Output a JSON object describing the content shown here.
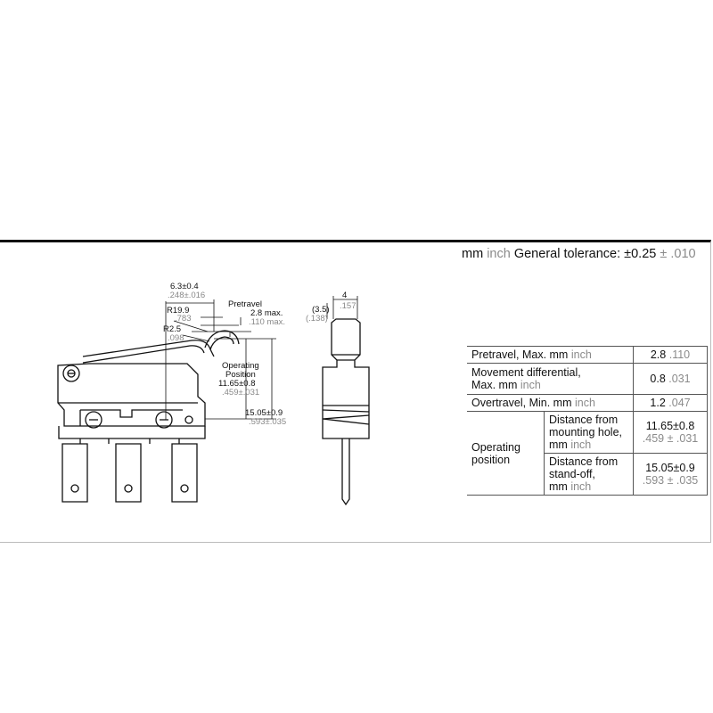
{
  "tolerance": {
    "mm": "mm",
    "inch": "inch",
    "label": "General tolerance: ±0.25",
    "pm": "±",
    "inch_value": ".010"
  },
  "dims": {
    "d1_mm": "6.3±0.4",
    "d1_in": ".248±.016",
    "r1_mm": "R19.9",
    "r1_in": ".783",
    "r2_mm": "R2.5",
    "r2_in": ".098",
    "pretravel": "Pretravel",
    "pt_mm": "2.8 max.",
    "pt_in": ".110 max.",
    "op_label1": "Operating",
    "op_label2": "Position",
    "op_mm": "11.65±0.8",
    "op_in": ".459±.031",
    "so_mm": "15.05±0.9",
    "so_in": ".593±.035",
    "w_mm": "4",
    "w_in": ".157",
    "s_mm": "(3.5)",
    "s_in": "(.138)"
  },
  "spec_table": {
    "pretravel": {
      "label": "Pretravel, Max. mm",
      "inch": "inch",
      "mm": "2.8",
      "in": ".110"
    },
    "movement": {
      "label1": "Movement differential,",
      "label2": "Max. mm",
      "inch": "inch",
      "mm": "0.8",
      "in": ".031"
    },
    "overtravel": {
      "label": "Overtravel, Min. mm",
      "inch": "inch",
      "mm": "1.2",
      "in": ".047"
    },
    "operating": "Operating position",
    "hole": {
      "line1": "Distance from",
      "line2": "mounting hole,",
      "line3": "mm",
      "inch": "inch",
      "mm": "11.65±0.8",
      "in": ".459 ± .031"
    },
    "standoff": {
      "line1": "Distance from",
      "line2": "stand-off,",
      "line3": "mm",
      "inch": "inch",
      "mm": "15.05±0.9",
      "in": ".593 ± .035"
    }
  }
}
